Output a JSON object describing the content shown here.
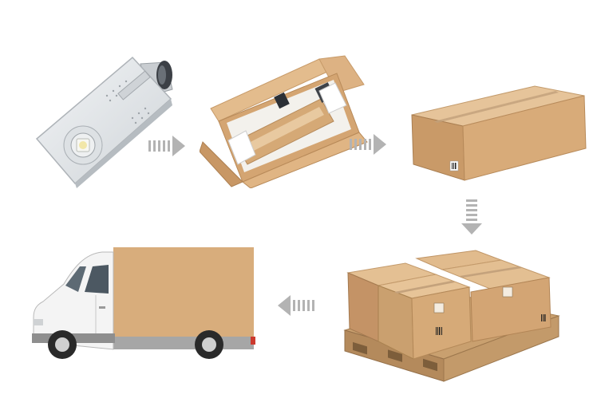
{
  "diagram": {
    "steps": [
      {
        "id": "solar-street-light",
        "icon": "solar-led-street-light"
      },
      {
        "id": "open-carton-packing",
        "icon": "open-carton-with-product"
      },
      {
        "id": "sealed-carton",
        "icon": "sealed-long-carton"
      },
      {
        "id": "palletized-cartons",
        "icon": "cartons-on-wooden-pallet"
      },
      {
        "id": "delivery-truck",
        "icon": "box-delivery-truck"
      }
    ],
    "arrows": [
      {
        "id": "arrow-1",
        "direction": "right"
      },
      {
        "id": "arrow-2",
        "direction": "right"
      },
      {
        "id": "arrow-3",
        "direction": "down"
      },
      {
        "id": "arrow-4",
        "direction": "left"
      }
    ],
    "colors": {
      "background": "#ffffff",
      "carton": "#d9ad7c",
      "carton_dark": "#b98a5a",
      "arrow": "#b3b3b3",
      "panel": "#e4e7ea",
      "pallet": "#c8a070"
    }
  }
}
